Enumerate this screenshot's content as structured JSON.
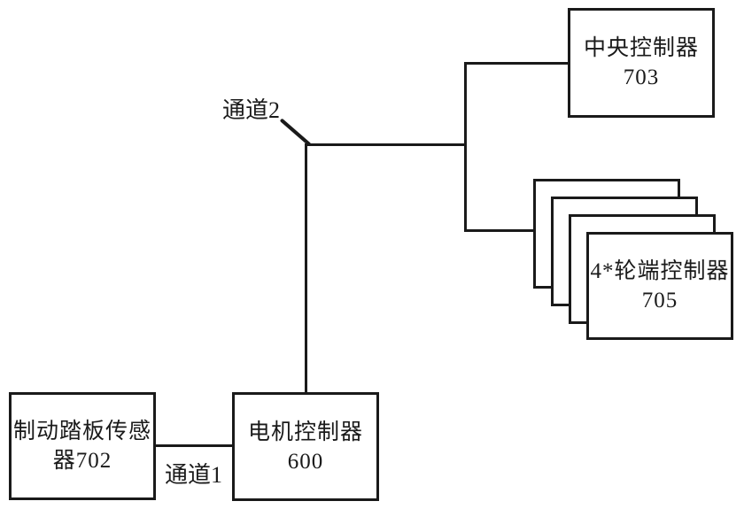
{
  "diagram": {
    "background_color": "#ffffff",
    "line_color": "#1a1a1a",
    "boxes": {
      "central_controller": {
        "label_line1": "中央控制器",
        "label_line2": "703"
      },
      "wheel_controller": {
        "label_line1": "4*轮端控制器",
        "label_line2": "705",
        "stack_count": 4
      },
      "motor_controller": {
        "label_line1": "电机控制器",
        "label_line2": "600"
      },
      "brake_pedal_sensor": {
        "label_line1": "制动踏板传感",
        "label_line2": "器702"
      }
    },
    "channel_labels": {
      "channel2": "通道2",
      "channel1": "通道1"
    }
  }
}
